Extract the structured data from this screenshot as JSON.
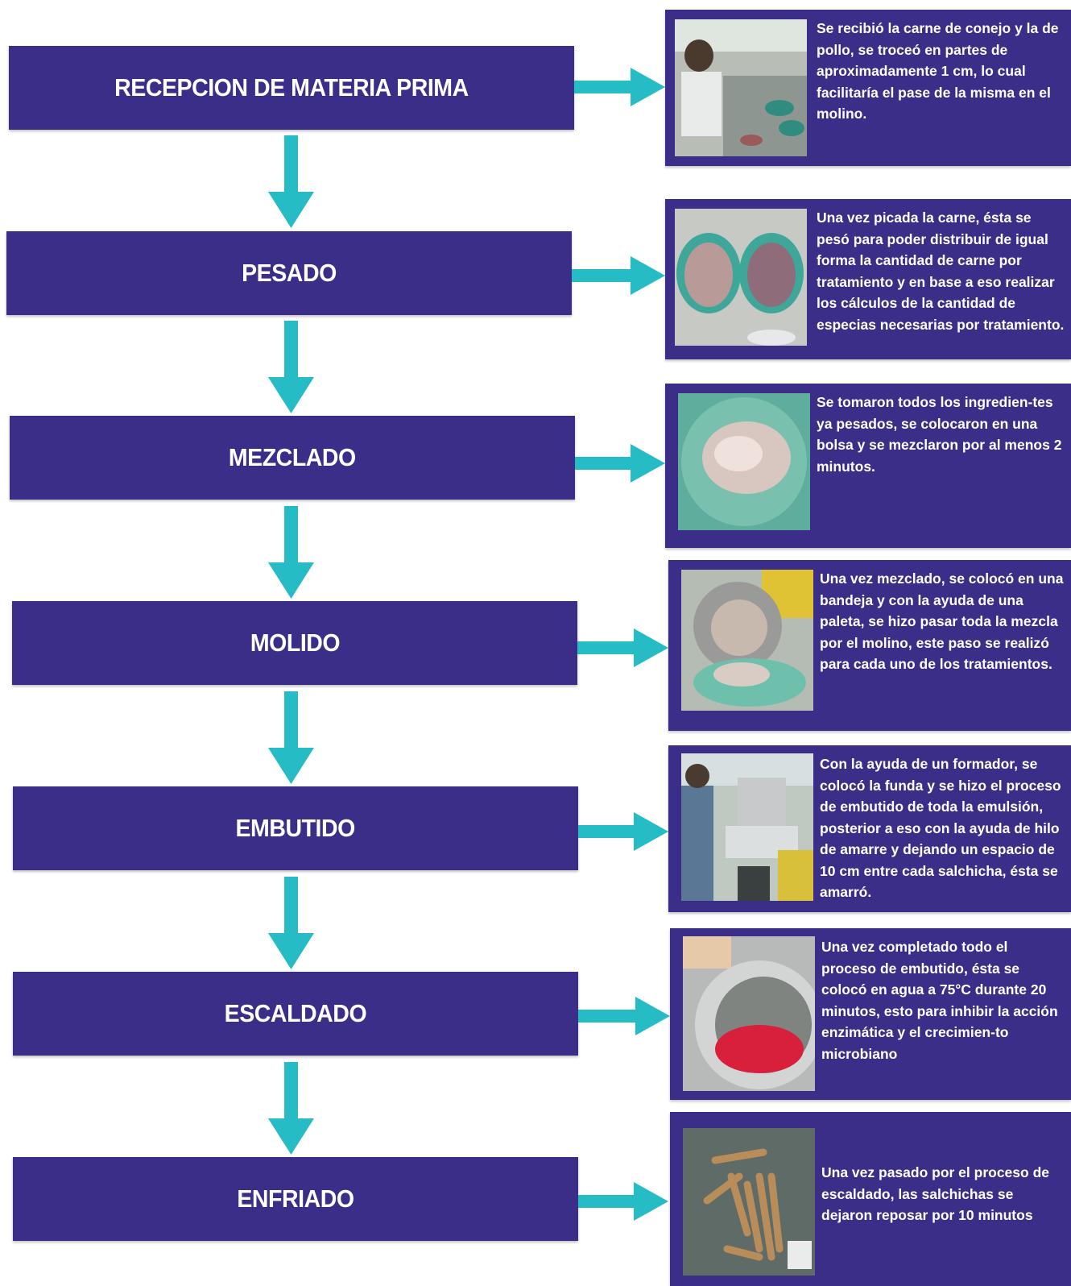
{
  "steps": [
    {
      "label": "RECEPCION DE MATERIA PRIMA",
      "photo_icon": "rabbit-chicken-meat-cutting-photo",
      "description": "Se recibió la carne de conejo y la de pollo, se troceó en partes de aproximadamente 1 cm, lo cual facilitaría el pase de la misma en el molino."
    },
    {
      "label": "PESADO",
      "photo_icon": "meat-bowls-photo",
      "description": "Una vez picada la carne, ésta se pesó para poder distribuir de igual forma la cantidad de carne por tratamiento y en base a eso realizar los cálculos de la cantidad de especias necesarias por tratamiento."
    },
    {
      "label": "MEZCLADO",
      "photo_icon": "mixed-meat-bowl-photo",
      "description": "Se tomaron todos los ingredien-tes ya pesados, se colocaron en una bolsa y se mezclaron por al menos 2 minutos."
    },
    {
      "label": "MOLIDO",
      "photo_icon": "meat-grinder-photo",
      "description": "Una vez mezclado, se colocó en una bandeja y con la ayuda de una paleta, se hizo pasar toda la mezcla por el molino, este paso se realizó para cada uno de los tratamientos."
    },
    {
      "label": "EMBUTIDO",
      "photo_icon": "sausage-stuffing-photo",
      "description": "Con la ayuda de un formador, se colocó la funda y se hizo el proceso de embutido de toda la emulsión, posterior a eso con la ayuda de hilo de amarre y dejando un espacio de 10 cm entre cada salchicha, ésta se amarró."
    },
    {
      "label": "ESCALDADO",
      "photo_icon": "scalding-pot-photo",
      "description": "Una vez completado todo el proceso de embutido, ésta se colocó en agua a 75°C durante 20 minutos, esto para inhibir la acción enzimática y el crecimien-to microbiano"
    },
    {
      "label": "ENFRIADO",
      "photo_icon": "cooling-sausages-photo",
      "description": "Una vez pasado por el proceso de escaldado, las salchichas se dejaron reposar por 10 minutos"
    }
  ],
  "colors": {
    "box": "#3a2e88",
    "arrow": "#25bcc6",
    "text": "#ffffff"
  }
}
